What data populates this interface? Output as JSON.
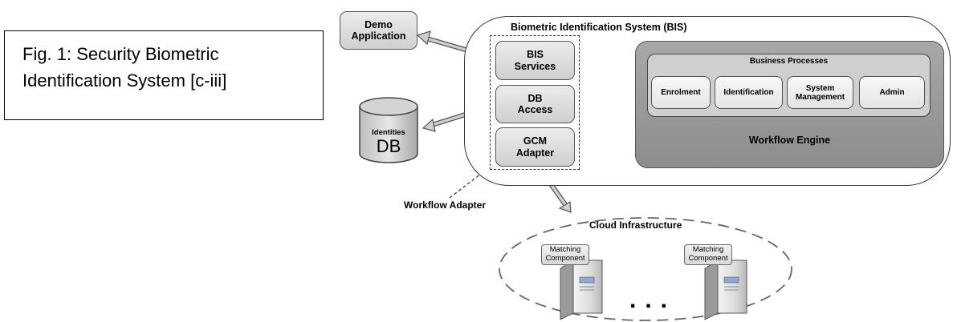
{
  "caption": {
    "line1": "Fig. 1: Security Biometric",
    "line2": "Identification System [c-iii]"
  },
  "demo_app": {
    "line1": "Demo",
    "line2": "Application"
  },
  "identities_db": {
    "small": "Identities",
    "big": "DB"
  },
  "bis": {
    "title": "Biometric Identification System (BIS)",
    "services": {
      "line1": "BIS",
      "line2": "Services"
    },
    "db_access": {
      "line1": "DB",
      "line2": "Access"
    },
    "gcm_adapter": {
      "line1": "GCM",
      "line2": "Adapter"
    }
  },
  "workflow_adapter_label": "Workflow Adapter",
  "engine": {
    "label": "Workflow Engine",
    "business_processes": {
      "title": "Business Processes",
      "items": [
        {
          "line1": "Enrolment",
          "line2": ""
        },
        {
          "line1": "Identification",
          "line2": ""
        },
        {
          "line1": "System",
          "line2": "Management"
        },
        {
          "line1": "Admin",
          "line2": ""
        }
      ]
    }
  },
  "cloud": {
    "title": "Cloud Infrastructure",
    "components": [
      {
        "line1": "Matching",
        "line2": "Component"
      },
      {
        "line1": "Matching",
        "line2": "Component"
      }
    ],
    "ellipsis": "..."
  },
  "colors": {
    "box_fill": "#d9d9d9",
    "engine_fill": "#999999",
    "arrow_fill": "#c8c8c8",
    "outline": "#333333"
  }
}
